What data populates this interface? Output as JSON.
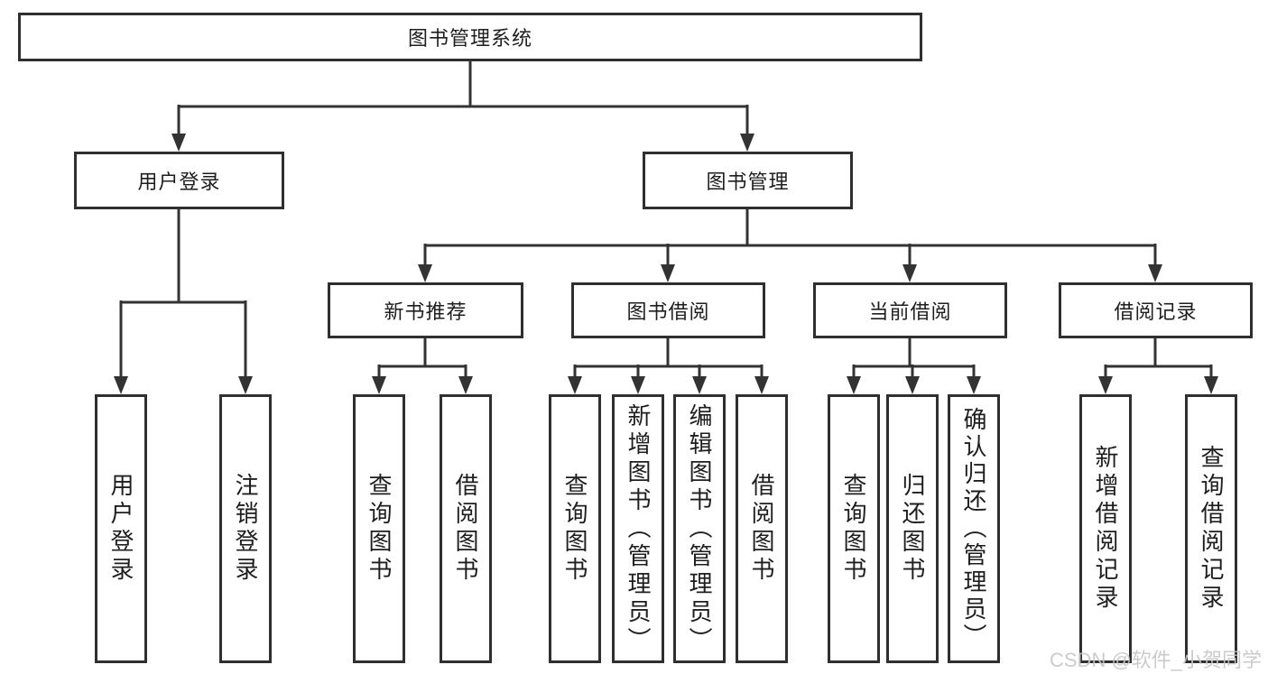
{
  "colors": {
    "line": "#333333",
    "box_border": "#2f2f2f",
    "text": "#1e1e1e",
    "watermark": "#c6c6c6",
    "background": "#ffffff"
  },
  "tree": {
    "root": {
      "label": "图书管理系统"
    },
    "user_login": {
      "label": "用户登录",
      "children": [
        {
          "label": "用户登录"
        },
        {
          "label": "注销登录"
        }
      ]
    },
    "book_manage": {
      "label": "图书管理",
      "groups": [
        {
          "label": "新书推荐",
          "children": [
            {
              "label": "查询图书"
            },
            {
              "label": "借阅图书"
            }
          ]
        },
        {
          "label": "图书借阅",
          "children": [
            {
              "label": "查询图书"
            },
            {
              "label": "新增图书（管理员）"
            },
            {
              "label": "编辑图书（管理员）"
            },
            {
              "label": "借阅图书"
            }
          ]
        },
        {
          "label": "当前借阅",
          "children": [
            {
              "label": "查询图书"
            },
            {
              "label": "归还图书"
            },
            {
              "label": "确认归还（管理员）"
            }
          ]
        },
        {
          "label": "借阅记录",
          "children": [
            {
              "label": "新增借阅记录"
            },
            {
              "label": "查询借阅记录"
            }
          ]
        }
      ]
    }
  },
  "watermark": {
    "text": "CSDN @软件_小贺同学"
  }
}
